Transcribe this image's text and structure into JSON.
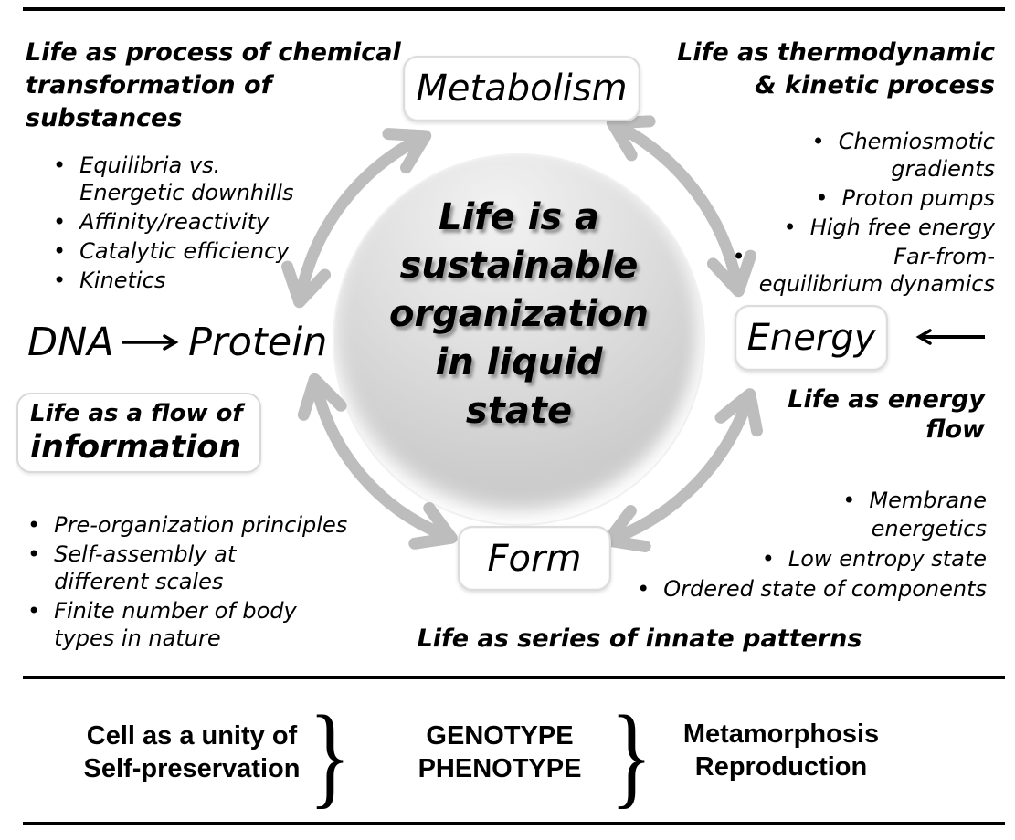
{
  "cycle": {
    "center_text": "Life is a\nsustainable\norganization\nin liquid\nstate",
    "metabolism": "Metabolism",
    "energy": "Energy",
    "form": "Form",
    "dna": "DNA",
    "protein": "Protein",
    "info_line1": "Life as a flow of",
    "info_line2": "information"
  },
  "panels": {
    "top_left": {
      "title": "Life as process of chemical\ntransformation of\nsubstances",
      "bullets": [
        "Equilibria vs.\nEnergetic downhills",
        "Affinity/reactivity",
        "Catalytic efficiency",
        "Kinetics"
      ]
    },
    "top_right": {
      "title": "Life as thermodynamic\n& kinetic process",
      "bullets": [
        "Chemiosmotic\ngradients",
        "Proton pumps",
        "High free energy",
        "Far-from-\nequilibrium dynamics"
      ]
    },
    "left_bottom": {
      "bullets": [
        "Pre-organization principles",
        "Self-assembly at\ndifferent scales",
        "Finite number of body\ntypes in nature"
      ]
    },
    "right_bottom": {
      "title": "Life as energy\nflow",
      "bullets": [
        "Membrane\nenergetics",
        "Low entropy state",
        "Ordered state of components"
      ]
    },
    "bottom": {
      "title": "Life as series of innate patterns"
    }
  },
  "footer": {
    "left": "Cell as a unity of\nSelf-preservation",
    "brace": "}",
    "center": "GENOTYPE\nPHENOTYPE",
    "right": "Metamorphosis\nReproduction"
  },
  "bullet_glyph": "•",
  "colors": {
    "cycle_arrow": "#bdbdbd",
    "text": "#000000",
    "node_border": "#dcdcdc",
    "circle_fill_top": "#f2f2f2",
    "circle_fill_bottom": "#c3c3c3"
  }
}
